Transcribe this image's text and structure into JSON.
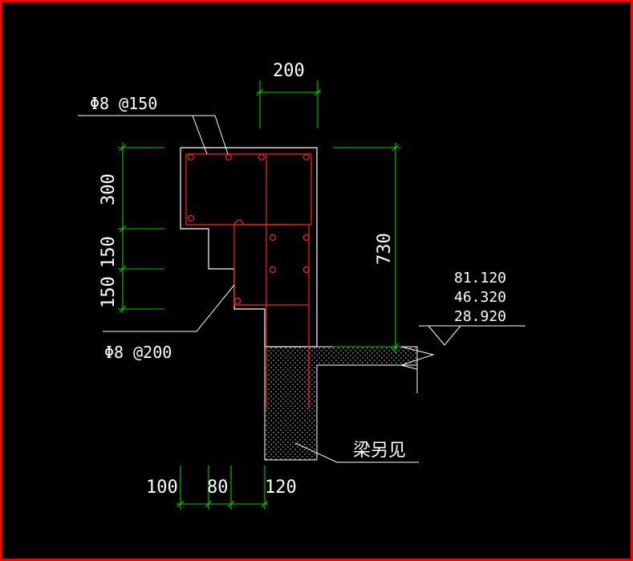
{
  "colors": {
    "background": "#000000",
    "frame": "#ff0000",
    "outline": "#ffffff",
    "dimension": "#00cc00",
    "rebar": "#ff2020",
    "hatch": "#dddddd"
  },
  "dimensions": {
    "top_width": "200",
    "height_300": "300",
    "height_150_upper": "150",
    "height_150_lower": "150",
    "overall_height": "730",
    "bottom_100": "100",
    "bottom_80": "80",
    "bottom_120": "120"
  },
  "rebar_labels": {
    "top": "Φ8 @150",
    "bottom": "Φ8 @200"
  },
  "elevations": [
    "81.120",
    "46.320",
    "28.920"
  ],
  "beam_note": "梁另见"
}
